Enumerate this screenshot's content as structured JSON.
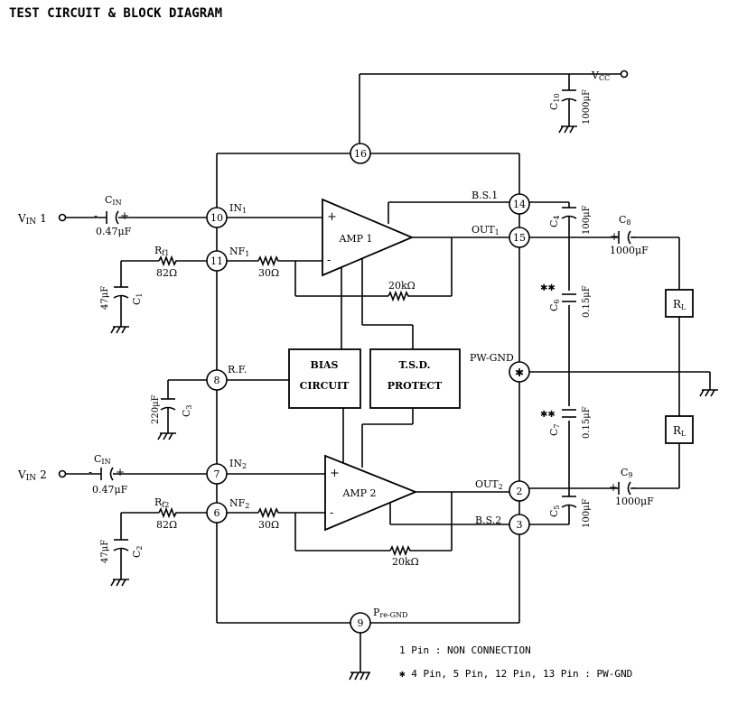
{
  "title": "TEST CIRCUIT & BLOCK DIAGRAM",
  "pins": {
    "p16": "16",
    "p14": "14",
    "p15": "15",
    "p10": "10",
    "p11": "11",
    "p8": "8",
    "pw": "✱",
    "p7": "7",
    "p6": "6",
    "p2": "2",
    "p3": "3",
    "p9": "9"
  },
  "labels": {
    "vcc": "V",
    "vcc_sub": "CC",
    "vin1": "V",
    "vin1_sub": "IN",
    "vin1_num": "1",
    "vin2": "V",
    "vin2_sub": "IN",
    "vin2_num": "2",
    "in1": "IN",
    "in1_sub": "1",
    "nf1": "NF",
    "nf1_sub": "1",
    "in2": "IN",
    "in2_sub": "2",
    "nf2": "NF",
    "nf2_sub": "2",
    "rf": "R.F.",
    "bs1": "B.S.1",
    "bs2": "B.S.2",
    "out1": "OUT",
    "out1_sub": "1",
    "out2": "OUT",
    "out2_sub": "2",
    "pwgnd": "PW-GND",
    "pregnd": "P",
    "pregnd_rest": "re-GND"
  },
  "blocks": {
    "amp1": "AMP 1",
    "amp2": "AMP 2",
    "bias_1": "BIAS",
    "bias_2": "CIRCUIT",
    "tsd_1": "T.S.D.",
    "tsd_2": "PROTECT"
  },
  "components": {
    "cin1": "C",
    "cin1_sub": "IN",
    "cin1_val": "0.47μF",
    "cin2": "C",
    "cin2_sub": "IN",
    "cin2_val": "0.47μF",
    "rf1": "R",
    "rf1_sub": "f1",
    "rf1_val": "82Ω",
    "rf2": "R",
    "rf2_sub": "f2",
    "rf2_val": "82Ω",
    "r30_1": "30Ω",
    "r30_2": "30Ω",
    "r20k_1": "20kΩ",
    "r20k_2": "20kΩ",
    "c1": "C",
    "c1_sub": "1",
    "c1_val": "47μF",
    "c2": "C",
    "c2_sub": "2",
    "c2_val": "47μF",
    "c3": "C",
    "c3_sub": "3",
    "c3_val": "220μF",
    "c4": "C",
    "c4_sub": "4",
    "c4_val": "100μF",
    "c5": "C",
    "c5_sub": "5",
    "c5_val": "100μF",
    "c6": "C",
    "c6_sub": "6",
    "c6_mark": "✱✱",
    "c6_val": "0.15μF",
    "c7": "C",
    "c7_sub": "7",
    "c7_mark": "✱✱",
    "c7_val": "0.15μF",
    "c8": "C",
    "c8_sub": "8",
    "c8_val": "1000μF",
    "c9": "C",
    "c9_sub": "9",
    "c9_val": "1000μF",
    "c10": "C",
    "c10_sub": "10",
    "c10_val": "1000μF",
    "rl1": "R",
    "rl1_sub": "L",
    "rl2": "R",
    "rl2_sub": "L",
    "plus": "+",
    "minus": "-"
  },
  "notes": {
    "n1": "1 Pin : NON CONNECTION",
    "n2": "✱ 4 Pin, 5 Pin, 12 Pin, 13 Pin : PW-GND"
  }
}
